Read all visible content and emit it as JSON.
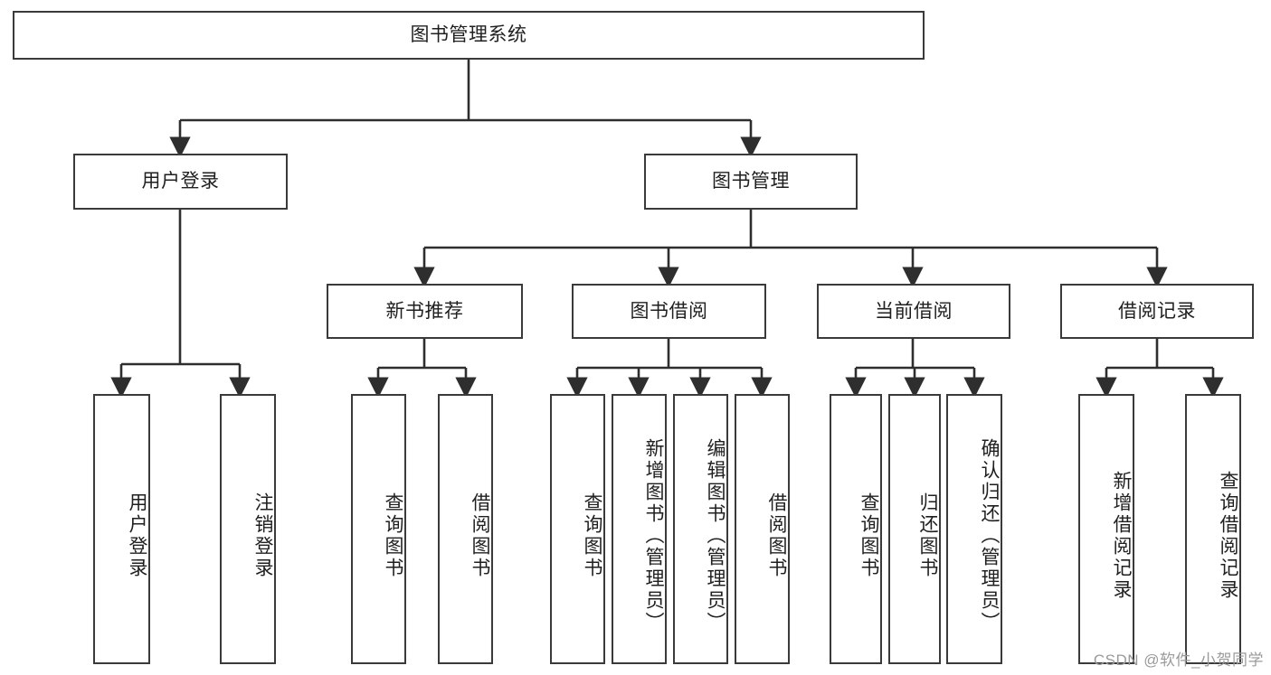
{
  "diagram": {
    "title_node": {
      "label": "图书管理系统"
    },
    "level2": [
      {
        "id": "user-login",
        "label": "用户登录"
      },
      {
        "id": "book-management",
        "label": "图书管理"
      }
    ],
    "level3": [
      {
        "id": "new-book-recommend",
        "label": "新书推荐"
      },
      {
        "id": "book-borrow",
        "label": "图书借阅"
      },
      {
        "id": "current-borrow",
        "label": "当前借阅"
      },
      {
        "id": "borrow-record",
        "label": "借阅记录"
      }
    ],
    "leaves": {
      "user_login": [
        {
          "id": "leaf-user-login",
          "label": "用户登录"
        },
        {
          "id": "leaf-logout-login",
          "label": "注销登录"
        }
      ],
      "new_book_recommend": [
        {
          "id": "leaf-query-book-1",
          "label": "查询图书"
        },
        {
          "id": "leaf-borrow-book-1",
          "label": "借阅图书"
        }
      ],
      "book_borrow": [
        {
          "id": "leaf-query-book-2",
          "label": "查询图书"
        },
        {
          "id": "leaf-add-book",
          "label": "新增图书（管理员）"
        },
        {
          "id": "leaf-edit-book",
          "label": "编辑图书（管理员）"
        },
        {
          "id": "leaf-borrow-book-2",
          "label": "借阅图书"
        }
      ],
      "current_borrow": [
        {
          "id": "leaf-query-book-3",
          "label": "查询图书"
        },
        {
          "id": "leaf-return-book",
          "label": "归还图书"
        },
        {
          "id": "leaf-confirm-return",
          "label": "确认归还（管理员）"
        }
      ],
      "borrow_record": [
        {
          "id": "leaf-add-record",
          "label": "新增借阅记录"
        },
        {
          "id": "leaf-query-record",
          "label": "查询借阅记录"
        }
      ]
    }
  },
  "watermark": {
    "text": "CSDN @软件_小贺同学"
  },
  "colors": {
    "border": "#3a3a3a",
    "text": "#1f1f1f",
    "background": "#ffffff",
    "connector": "#2e2e2e",
    "watermark": "#9a9a9a"
  }
}
